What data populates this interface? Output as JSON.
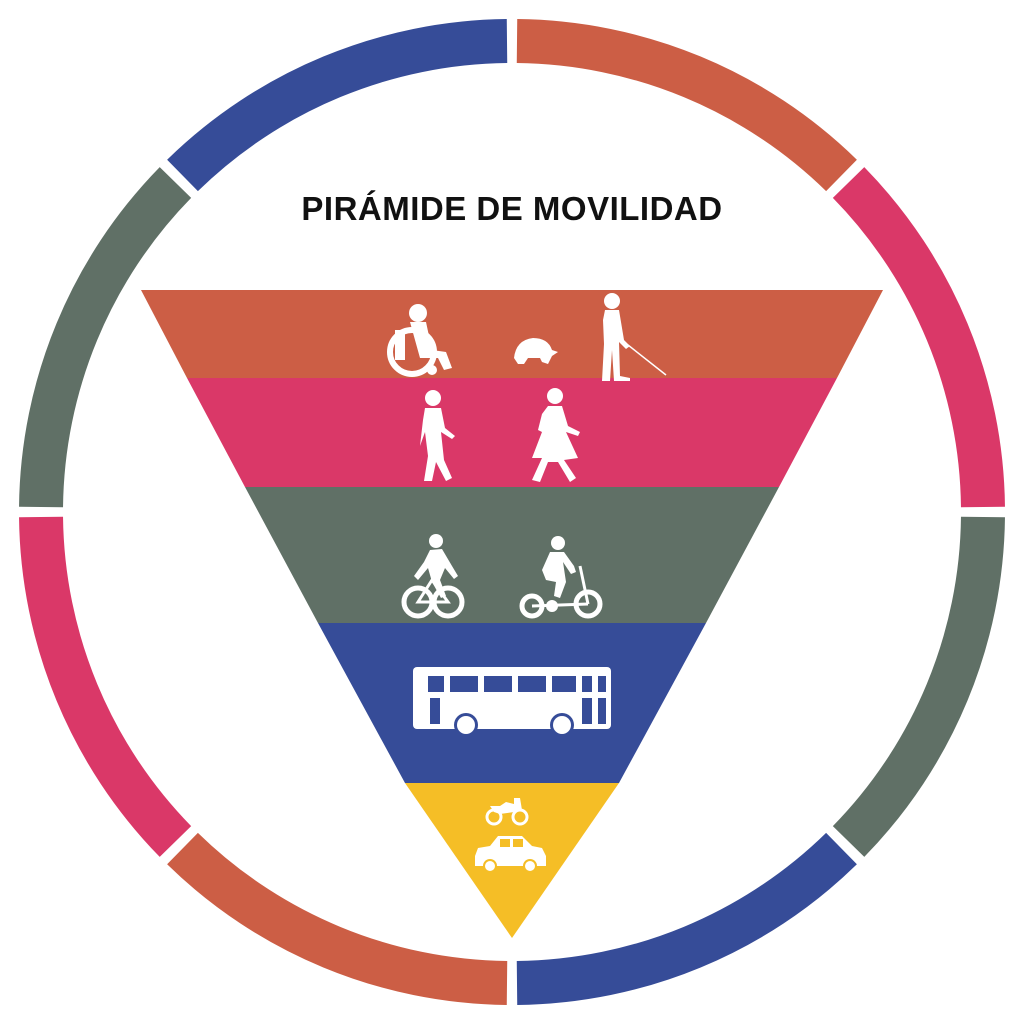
{
  "title": "PIRÁMIDE DE MOVILIDAD",
  "colors": {
    "orange": "#cc5e45",
    "pink": "#da3868",
    "gray": "#607066",
    "blue": "#364c98",
    "yellow": "#f5be26",
    "background": "#ffffff",
    "title": "#111111"
  },
  "ring_segments": [
    "orange",
    "pink",
    "gray",
    "blue",
    "orange",
    "pink",
    "gray",
    "blue"
  ],
  "pyramid_levels": [
    {
      "color": "orange",
      "icons": [
        "wheelchair-user-icon",
        "armadillo-icon",
        "blind-pedestrian-icon"
      ]
    },
    {
      "color": "pink",
      "icons": [
        "pedestrian-man-icon",
        "pedestrian-woman-icon"
      ]
    },
    {
      "color": "gray",
      "icons": [
        "cyclist-icon",
        "tricycle-rider-icon"
      ]
    },
    {
      "color": "blue",
      "icons": [
        "bus-icon"
      ]
    },
    {
      "color": "yellow",
      "icons": [
        "motorcycle-icon",
        "car-icon"
      ]
    }
  ]
}
